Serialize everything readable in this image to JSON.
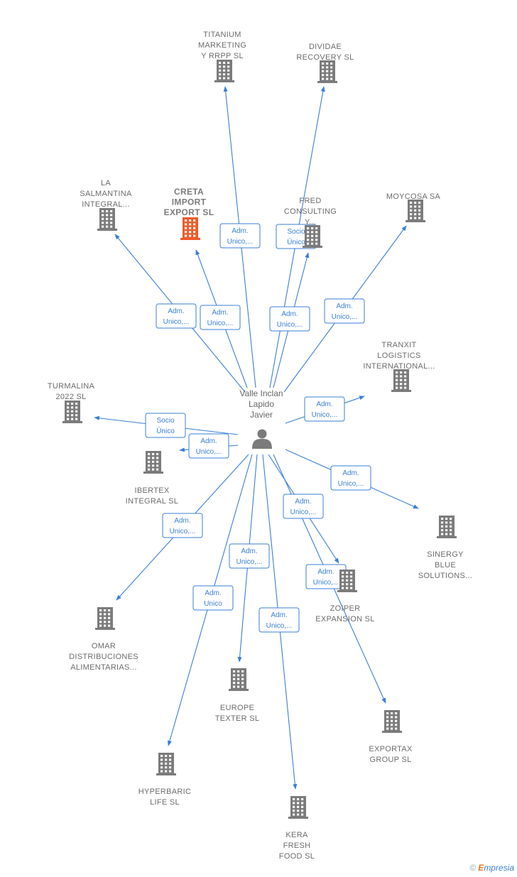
{
  "colors": {
    "edge": "#3a7fd5",
    "building": "#7b7b7b",
    "building_highlight": "#f05a28",
    "person": "#7b7b7b"
  },
  "person": {
    "lines": [
      "Valle Inclan",
      "Lapido",
      "Javier"
    ],
    "icon": "person-icon"
  },
  "companies": [
    {
      "id": "titanium",
      "lines": [
        "TITANIUM",
        "MARKETING",
        "Y RRPP  SL"
      ],
      "role": [
        "Adm.",
        "Unico,..."
      ],
      "highlight": false
    },
    {
      "id": "dividae",
      "lines": [
        "DIVIDAE",
        "RECOVERY  SL"
      ],
      "role": [
        "Socio",
        "Único"
      ],
      "highlight": false
    },
    {
      "id": "salmantina",
      "lines": [
        "LA",
        "SALMANTINA",
        "INTEGRAL..."
      ],
      "role": [
        "Adm.",
        "Unico,..."
      ],
      "highlight": false
    },
    {
      "id": "creta",
      "lines": [
        "CRETA",
        "IMPORT",
        "EXPORT  SL"
      ],
      "role": [
        "Adm.",
        "Unico,..."
      ],
      "highlight": true
    },
    {
      "id": "fred",
      "lines": [
        "FRED",
        "CONSULTING",
        "Y..."
      ],
      "role": [
        "Adm.",
        "Unico,..."
      ],
      "highlight": false
    },
    {
      "id": "moycosa",
      "lines": [
        "MOYCOSA SA"
      ],
      "role": [
        "Adm.",
        "Unico,..."
      ],
      "highlight": false
    },
    {
      "id": "tranxit",
      "lines": [
        "TRANXIT",
        "LOGISTICS",
        "INTERNATIONAL..."
      ],
      "role": [
        "Adm.",
        "Unico,..."
      ],
      "highlight": false
    },
    {
      "id": "turmalina",
      "lines": [
        "TURMALINA",
        "2022  SL"
      ],
      "role": [
        "Socio",
        "Único"
      ],
      "highlight": false
    },
    {
      "id": "ibertex",
      "lines": [
        "IBERTEX",
        "INTEGRAL  SL"
      ],
      "role": [
        "Adm.",
        "Unico,..."
      ],
      "highlight": false
    },
    {
      "id": "sinergy",
      "lines": [
        "SINERGY",
        "BLUE",
        "SOLUTIONS..."
      ],
      "role": [
        "Adm.",
        "Unico,..."
      ],
      "highlight": false
    },
    {
      "id": "omar",
      "lines": [
        "OMAR",
        "DISTRIBUCIONES",
        "ALIMENTARIAS..."
      ],
      "role": [
        "Adm.",
        "Unico,..."
      ],
      "highlight": false
    },
    {
      "id": "zoiper",
      "lines": [
        "ZOIPER",
        "EXPANSION  SL"
      ],
      "role": [
        "Adm.",
        "Unico,..."
      ],
      "highlight": false
    },
    {
      "id": "europe",
      "lines": [
        "EUROPE",
        "TEXTER  SL"
      ],
      "role": [
        "Adm.",
        "Unico,..."
      ],
      "highlight": false
    },
    {
      "id": "hyperbaric",
      "lines": [
        "HYPERBARIC",
        "LIFE  SL"
      ],
      "role": [
        "Adm.",
        "Unico"
      ],
      "highlight": false
    },
    {
      "id": "kera",
      "lines": [
        "KERA",
        "FRESH",
        "FOOD  SL"
      ],
      "role": [
        "Adm.",
        "Unico,..."
      ],
      "highlight": false
    },
    {
      "id": "exportax",
      "lines": [
        "EXPORTAX",
        "GROUP  SL"
      ],
      "role": [
        "Adm.",
        "Unico,..."
      ],
      "highlight": false
    }
  ],
  "footer": {
    "copyright": "©",
    "brand_first": "E",
    "brand_rest": "mpresia"
  }
}
